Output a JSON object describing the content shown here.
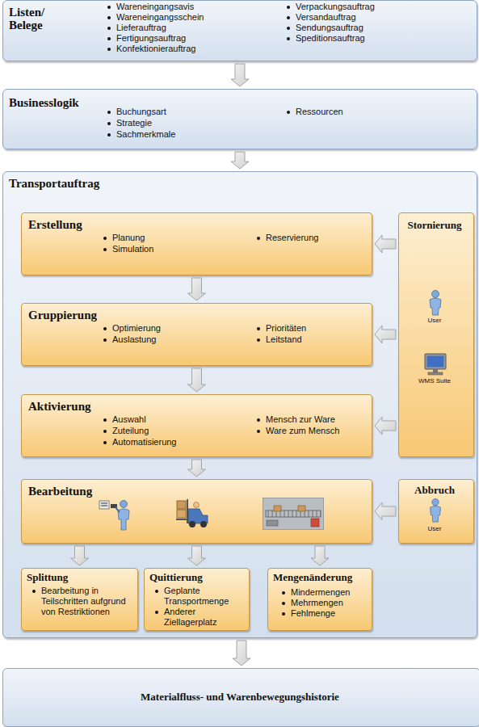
{
  "diagram": {
    "nodes": [
      {
        "text": [
          "Listen/ Belege",
          "Wareneingangsavis",
          "Wareneingangsschein",
          "Lieferauftrag",
          "Fertigungsauftrag",
          "Konfektionierauftrag",
          "Verpackungsauftrag",
          "Versandauftrag",
          "Sendungsauftrag",
          "Speditionsauftrag"
        ]
      },
      {
        "text": [
          "Businesslogik",
          "Buchungsart",
          "Strategie",
          "Sachmerkmale",
          "Ressourcen"
        ]
      },
      {
        "text": [
          "Transportauftrag"
        ]
      },
      {
        "text": [
          "Erstellung",
          "Planung",
          "Simulation",
          "Reservierung"
        ],
        "in": 2
      },
      {
        "text": [
          "Stornierung",
          "User",
          "WMS Suite"
        ],
        "in": 2
      },
      {
        "text": [
          "Gruppierung",
          "Optimierung",
          "Auslastung",
          "Prioritäten",
          "Leitstand"
        ],
        "in": 2
      },
      {
        "text": [
          "Aktivierung",
          "Auswahl",
          "Zuteilung",
          "Automatisierung",
          "Mensch zur Ware",
          "Ware zum Mensch"
        ],
        "in": 2
      },
      {
        "text": [
          "Bearbeitung"
        ],
        "in": 2
      },
      {
        "text": [
          "Abbruch",
          "User"
        ],
        "in": 2
      },
      {
        "text": [
          "Splittung",
          "Bearbeitung in Teilschritten aufgrund von Restriktionen"
        ],
        "in": 2
      },
      {
        "text": [
          "Quittierung",
          "Geplante Transportmenge",
          "Anderer Ziellagerplatz"
        ],
        "in": 2
      },
      {
        "text": [
          "Mengenänderung",
          "Mindermengen",
          "Mehrmengen",
          "Fehlmenge"
        ],
        "in": 2
      },
      {
        "text": [
          "Materialfluss- und Warenbewegungshistorie"
        ]
      }
    ],
    "edges": [
      {
        "from": 0,
        "to": 1,
        "arrow": "to"
      },
      {
        "from": 1,
        "to": 2,
        "arrow": "to"
      },
      {
        "from": 3,
        "to": 5,
        "arrow": "to"
      },
      {
        "from": 5,
        "to": 6,
        "arrow": "to"
      },
      {
        "from": 6,
        "to": 7,
        "arrow": "to"
      },
      {
        "from": 4,
        "to": 3,
        "arrow": "to"
      },
      {
        "from": 4,
        "to": 5,
        "arrow": "to"
      },
      {
        "from": 4,
        "to": 6,
        "arrow": "to"
      },
      {
        "from": 8,
        "to": 7,
        "arrow": "to"
      },
      {
        "from": 7,
        "to": 9,
        "arrow": "to"
      },
      {
        "from": 7,
        "to": 10,
        "arrow": "to"
      },
      {
        "from": 7,
        "to": 11,
        "arrow": "to"
      },
      {
        "from": 2,
        "to": 12,
        "arrow": "to"
      }
    ]
  }
}
